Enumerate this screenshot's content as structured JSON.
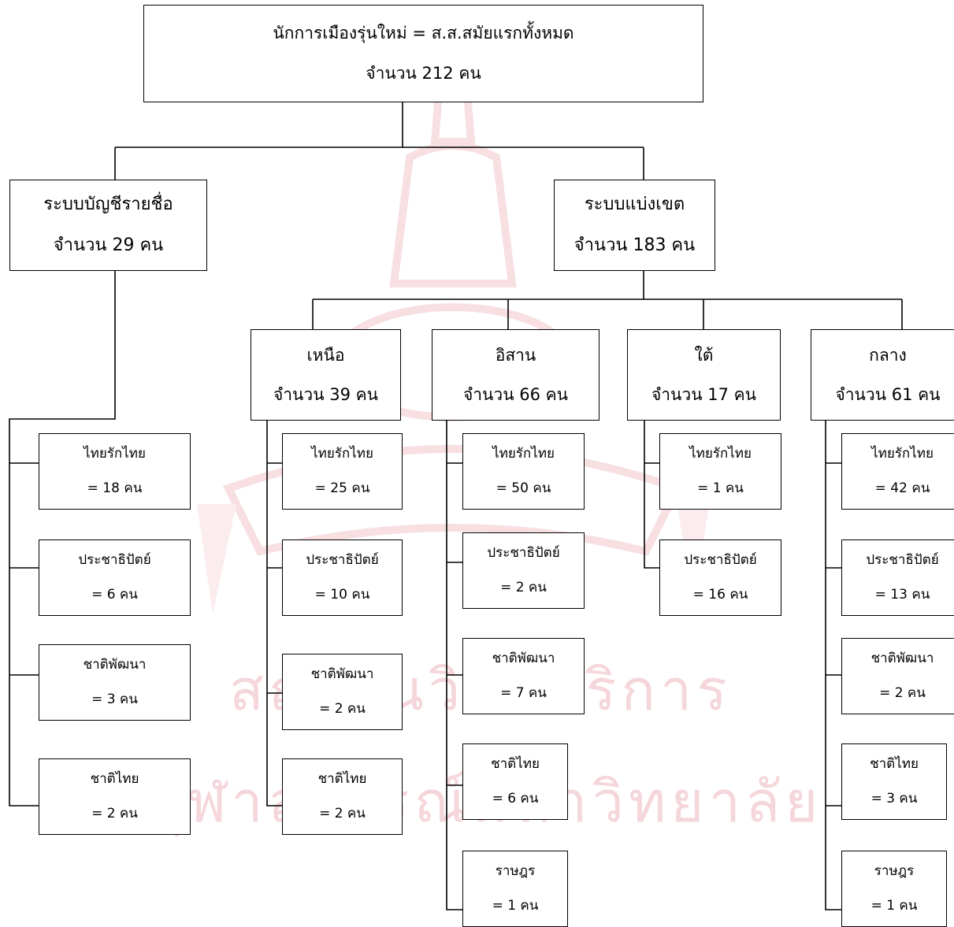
{
  "watermark": {
    "line1": "สถาบันวิทยบริการ",
    "line2": "จุฬาลงกรณ์มหาวิทยาลัย"
  },
  "root": {
    "line1": "นักการเมืองรุ่นใหม่ = ส.ส.สมัยแรกทั้งหมด",
    "line2": "จำนวน  212  คน"
  },
  "party_list": {
    "line1": "ระบบบัญชีรายชื่อ",
    "line2": "จำนวน  29  คน",
    "parties": [
      {
        "name": "ไทยรักไทย",
        "count": "=  18 คน"
      },
      {
        "name": "ประชาธิปัตย์",
        "count": "=  6 คน"
      },
      {
        "name": "ชาติพัฒนา",
        "count": "=  3  คน"
      },
      {
        "name": "ชาติไทย",
        "count": "=  2  คน"
      }
    ]
  },
  "constituency": {
    "line1": "ระบบแบ่งเขต",
    "line2": "จำนวน 183 คน"
  },
  "regions": {
    "north": {
      "line1": "เหนือ",
      "line2": "จำนวน 39 คน",
      "parties": [
        {
          "name": "ไทยรักไทย",
          "count": "= 25 คน"
        },
        {
          "name": "ประชาธิปัตย์",
          "count": "=  10 คน"
        },
        {
          "name": "ชาติพัฒนา",
          "count": "= 2 คน"
        },
        {
          "name": "ชาติไทย",
          "count": "= 2 คน"
        }
      ]
    },
    "isan": {
      "line1": "อิสาน",
      "line2": "จำนวน  66  คน",
      "parties": [
        {
          "name": "ไทยรักไทย",
          "count": "= 50 คน"
        },
        {
          "name": "ประชาธิปัตย์",
          "count": "=  2 คน"
        },
        {
          "name": "ชาติพัฒนา",
          "count": "= 7 คน"
        },
        {
          "name": "ชาติไทย",
          "count": "= 6 คน"
        },
        {
          "name": "ราษฎร",
          "count": "= 1 คน"
        }
      ]
    },
    "south": {
      "line1": "ใต้",
      "line2": "จำนวน 17 คน",
      "parties": [
        {
          "name": "ไทยรักไทย",
          "count": "= 1 คน"
        },
        {
          "name": "ประชาธิปัตย์",
          "count": "=  16 คน"
        }
      ]
    },
    "central": {
      "line1": "กลาง",
      "line2": "จำนวน  61 คน",
      "parties": [
        {
          "name": "ไทยรักไทย",
          "count": "= 42 คน"
        },
        {
          "name": "ประชาธิปัตย์",
          "count": "= 13 คน"
        },
        {
          "name": "ชาติพัฒนา",
          "count": "= 2 คน"
        },
        {
          "name": "ชาติไทย",
          "count": "= 3 คน"
        },
        {
          "name": "ราษฎร",
          "count": "= 1 คน"
        }
      ]
    }
  }
}
